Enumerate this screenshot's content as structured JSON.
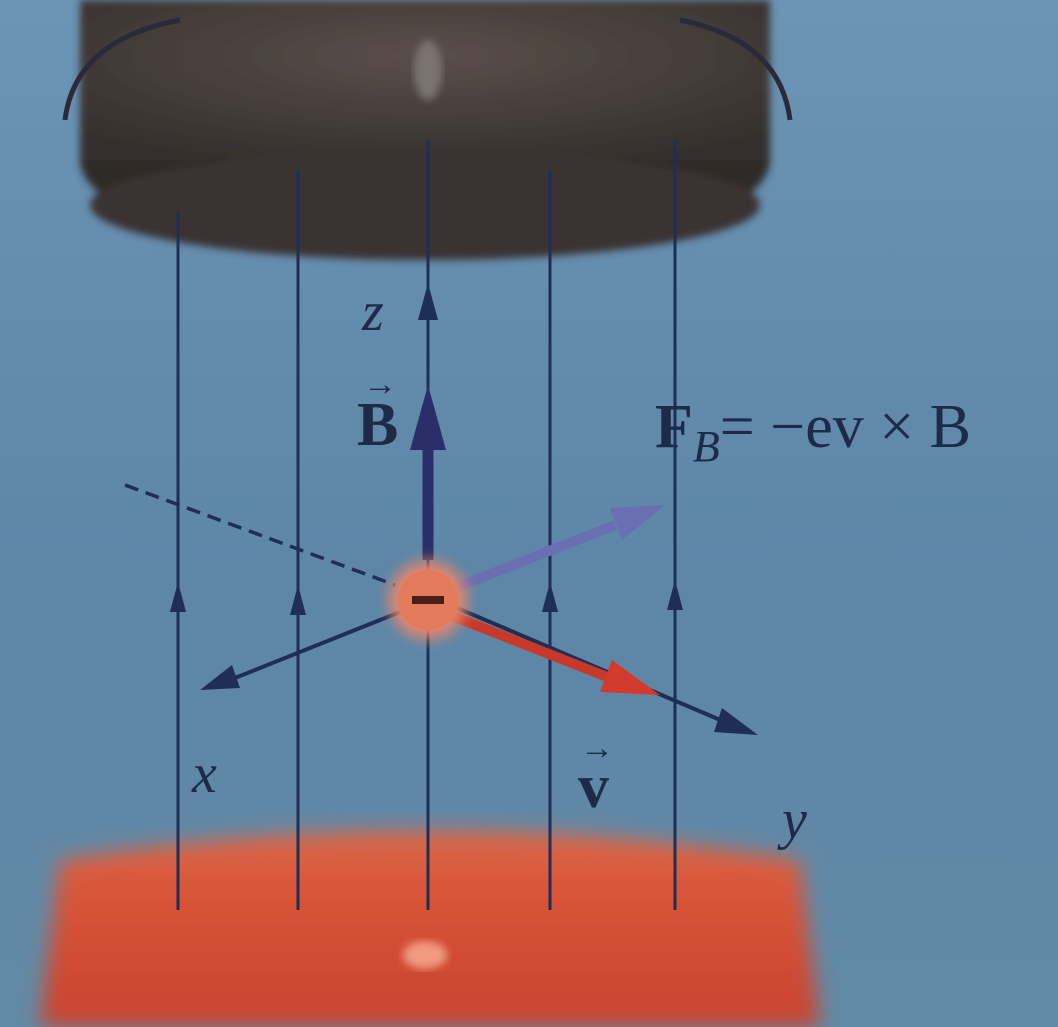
{
  "labels": {
    "z": "z",
    "x": "x",
    "y": "y",
    "B": "B",
    "v": "v",
    "force": "F",
    "force_sub": "B",
    "force_expr": "= −ev × B",
    "charge_sign": "−"
  },
  "colors": {
    "sky": "#5f87a6",
    "magnet_top": "#3d3633",
    "magnet_bottom": "#d9553a",
    "field_line": "#1f2e55",
    "velocity": "#d23a2c",
    "force": "#6a6fb2",
    "charge": "#e9866e"
  }
}
